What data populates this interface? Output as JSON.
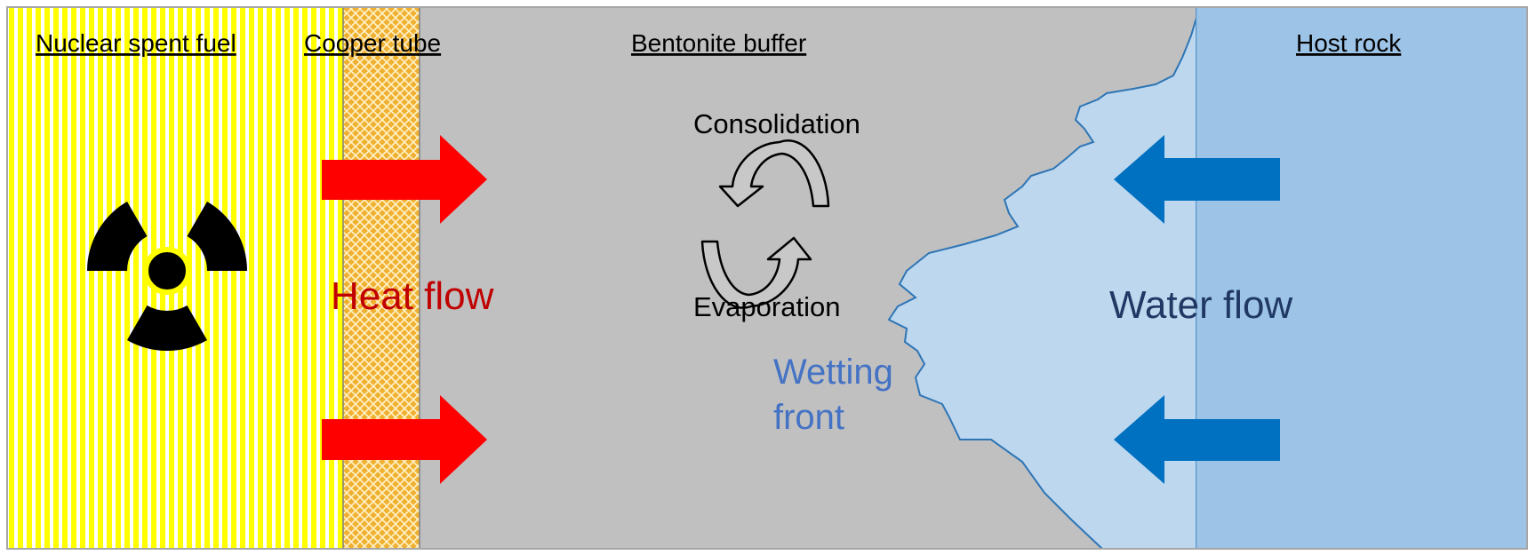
{
  "layers": {
    "fuel": {
      "label": "Nuclear spent fuel"
    },
    "tube": {
      "label": "Cooper tube"
    },
    "buffer": {
      "label": "Bentonite buffer"
    },
    "rock": {
      "label": "Host rock"
    }
  },
  "processes": {
    "top": "Consolidation",
    "bottom": "Evaporation"
  },
  "flows": {
    "heat": "Heat flow",
    "water": "Water flow"
  },
  "wetting_front": {
    "line1": "Wetting",
    "line2": "front"
  },
  "colors": {
    "fuel_yellow": "#ffff00",
    "tube_orange": "#f0b030",
    "buffer_gray": "#c0c0c0",
    "rock_blue": "#9dc3e6",
    "wet_blue": "#bdd7ee",
    "heat_red": "#ff0000",
    "water_blue": "#0070c0",
    "heat_text": "#c00000",
    "water_text": "#1f3864",
    "front_text": "#4472c4"
  }
}
